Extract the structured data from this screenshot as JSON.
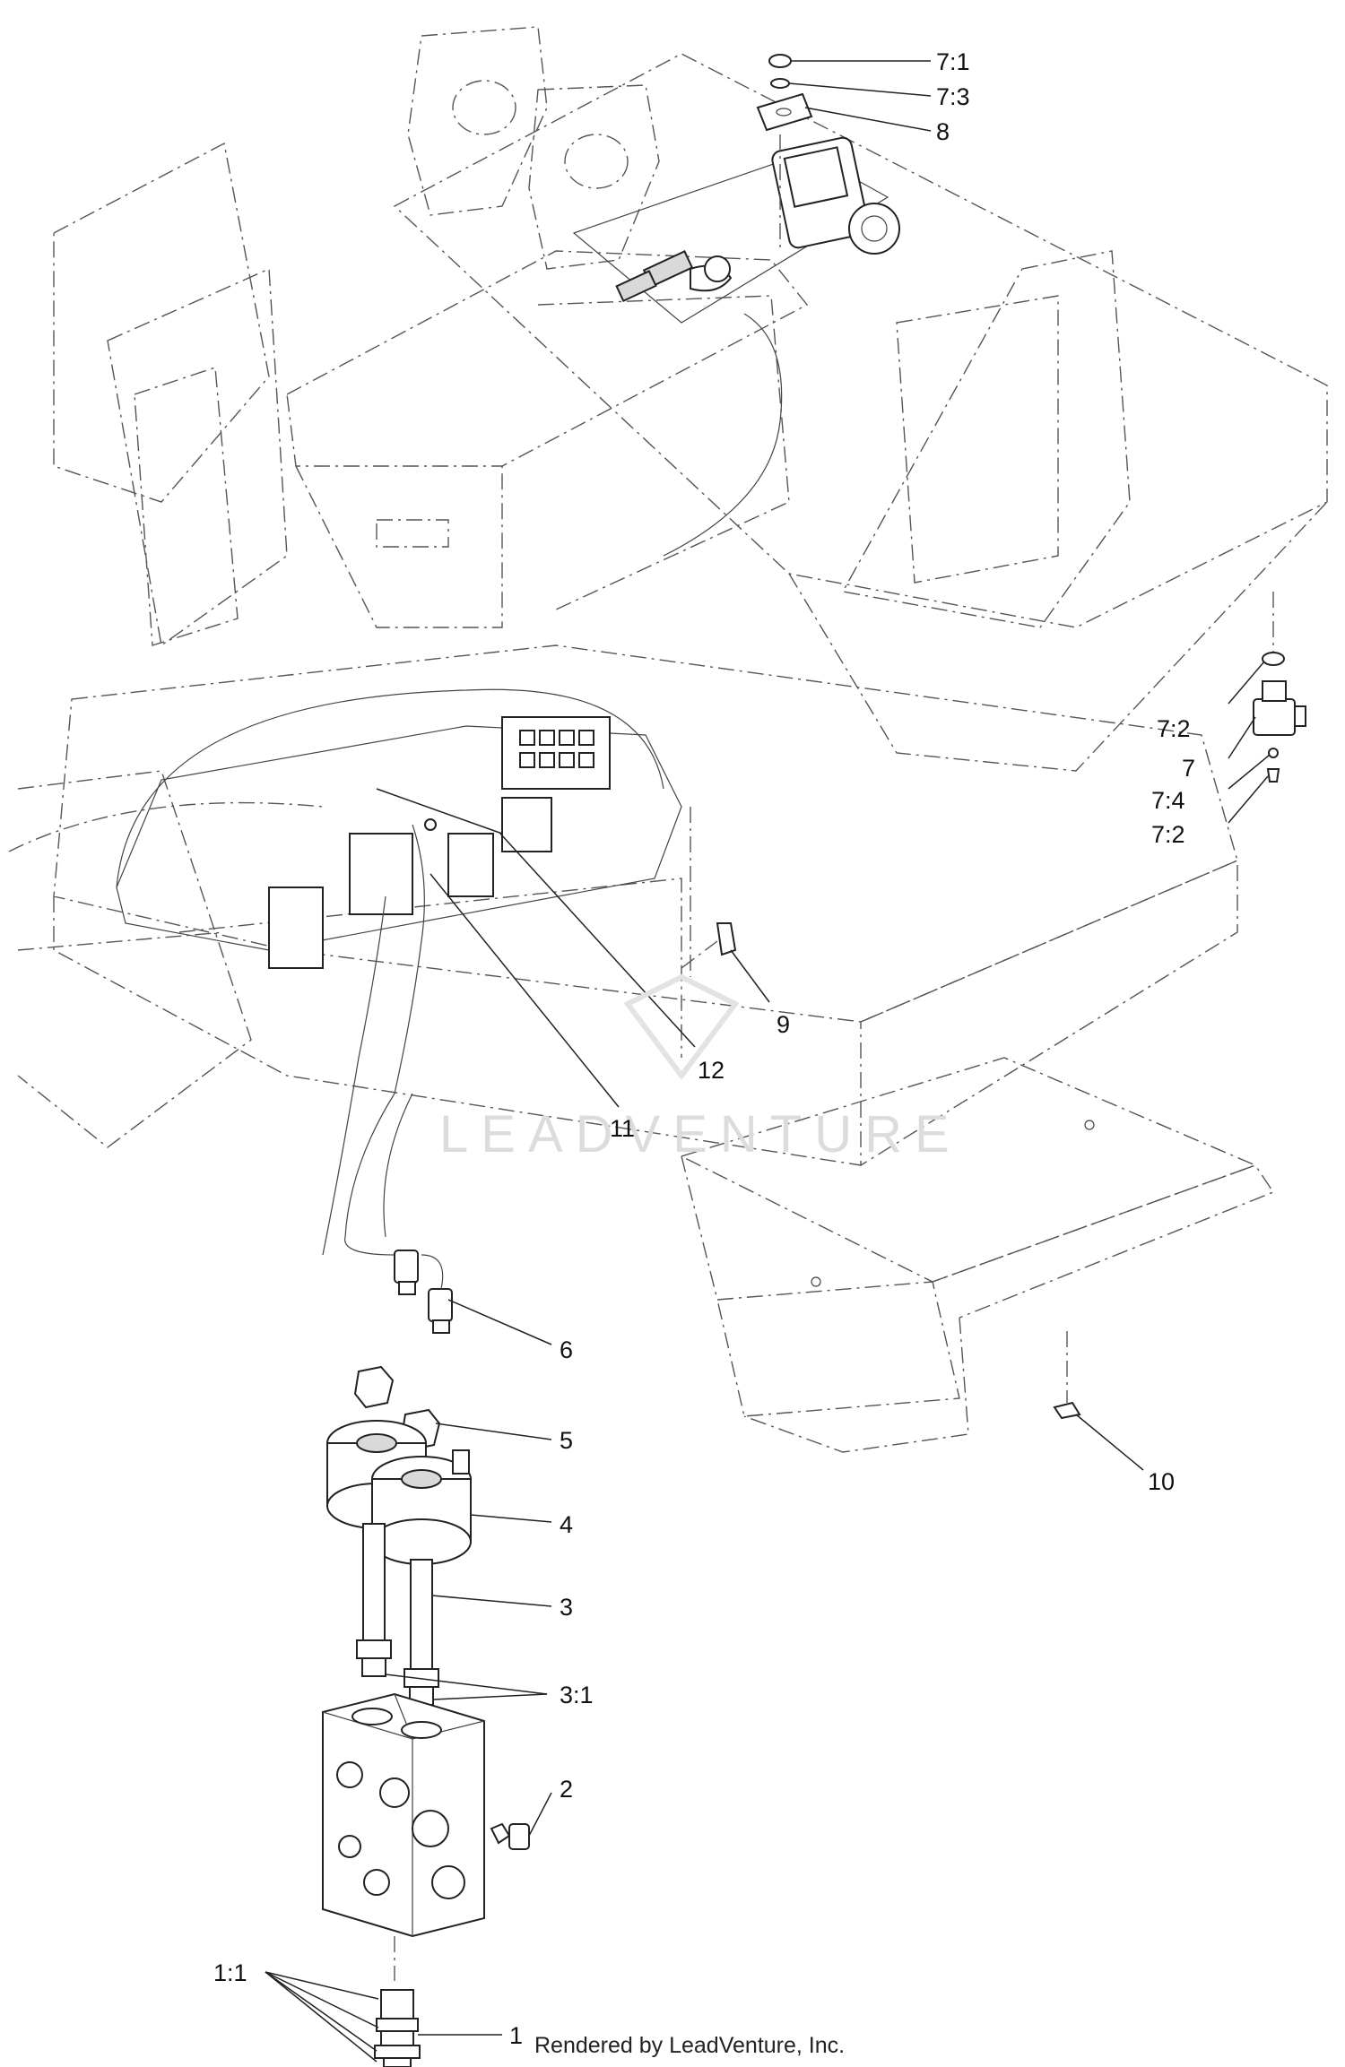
{
  "callouts": [
    {
      "id": "c-7-1",
      "text": "7:1"
    },
    {
      "id": "c-7-3",
      "text": "7:3"
    },
    {
      "id": "c-8",
      "text": "8"
    },
    {
      "id": "c-7-2a",
      "text": "7:2"
    },
    {
      "id": "c-7",
      "text": "7"
    },
    {
      "id": "c-7-4",
      "text": "7:4"
    },
    {
      "id": "c-7-2b",
      "text": "7:2"
    },
    {
      "id": "c-9",
      "text": "9"
    },
    {
      "id": "c-12",
      "text": "12"
    },
    {
      "id": "c-11",
      "text": "11"
    },
    {
      "id": "c-6",
      "text": "6"
    },
    {
      "id": "c-5",
      "text": "5"
    },
    {
      "id": "c-4",
      "text": "4"
    },
    {
      "id": "c-3",
      "text": "3"
    },
    {
      "id": "c-3-1",
      "text": "3:1"
    },
    {
      "id": "c-2",
      "text": "2"
    },
    {
      "id": "c-10",
      "text": "10"
    },
    {
      "id": "c-1-1",
      "text": "1:1"
    },
    {
      "id": "c-1",
      "text": "1"
    }
  ],
  "watermark": "LEADVENTURE",
  "footer": "Rendered by LeadVenture, Inc.",
  "colors": {
    "line": "#222222",
    "watermark": "#dcdcdc"
  }
}
